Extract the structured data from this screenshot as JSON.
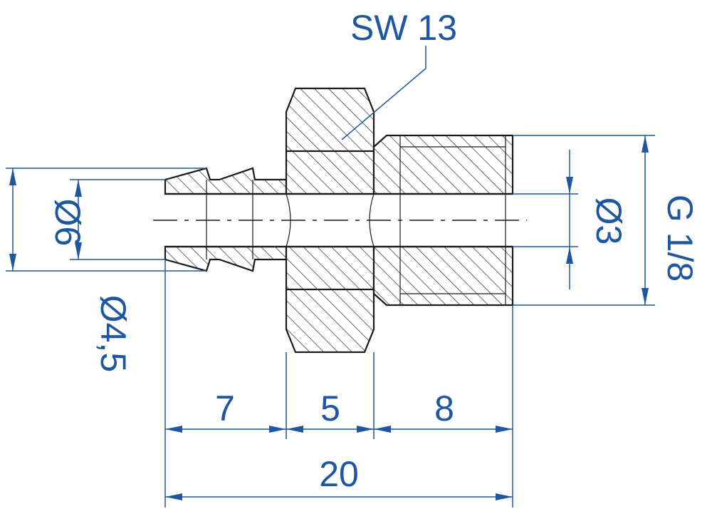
{
  "figure": {
    "colors": {
      "dimension": "#1e56a0",
      "outline": "#1a1a1a",
      "background": "#ffffff"
    },
    "labels": {
      "wrench_size": "SW 13",
      "thread": "G 1/8",
      "bore": "Ø3",
      "hose_outer": "Ø6",
      "hose_inner": "Ø4,5",
      "len_barb": "7",
      "len_hex": "5",
      "len_thread": "8",
      "len_total": "20"
    }
  }
}
